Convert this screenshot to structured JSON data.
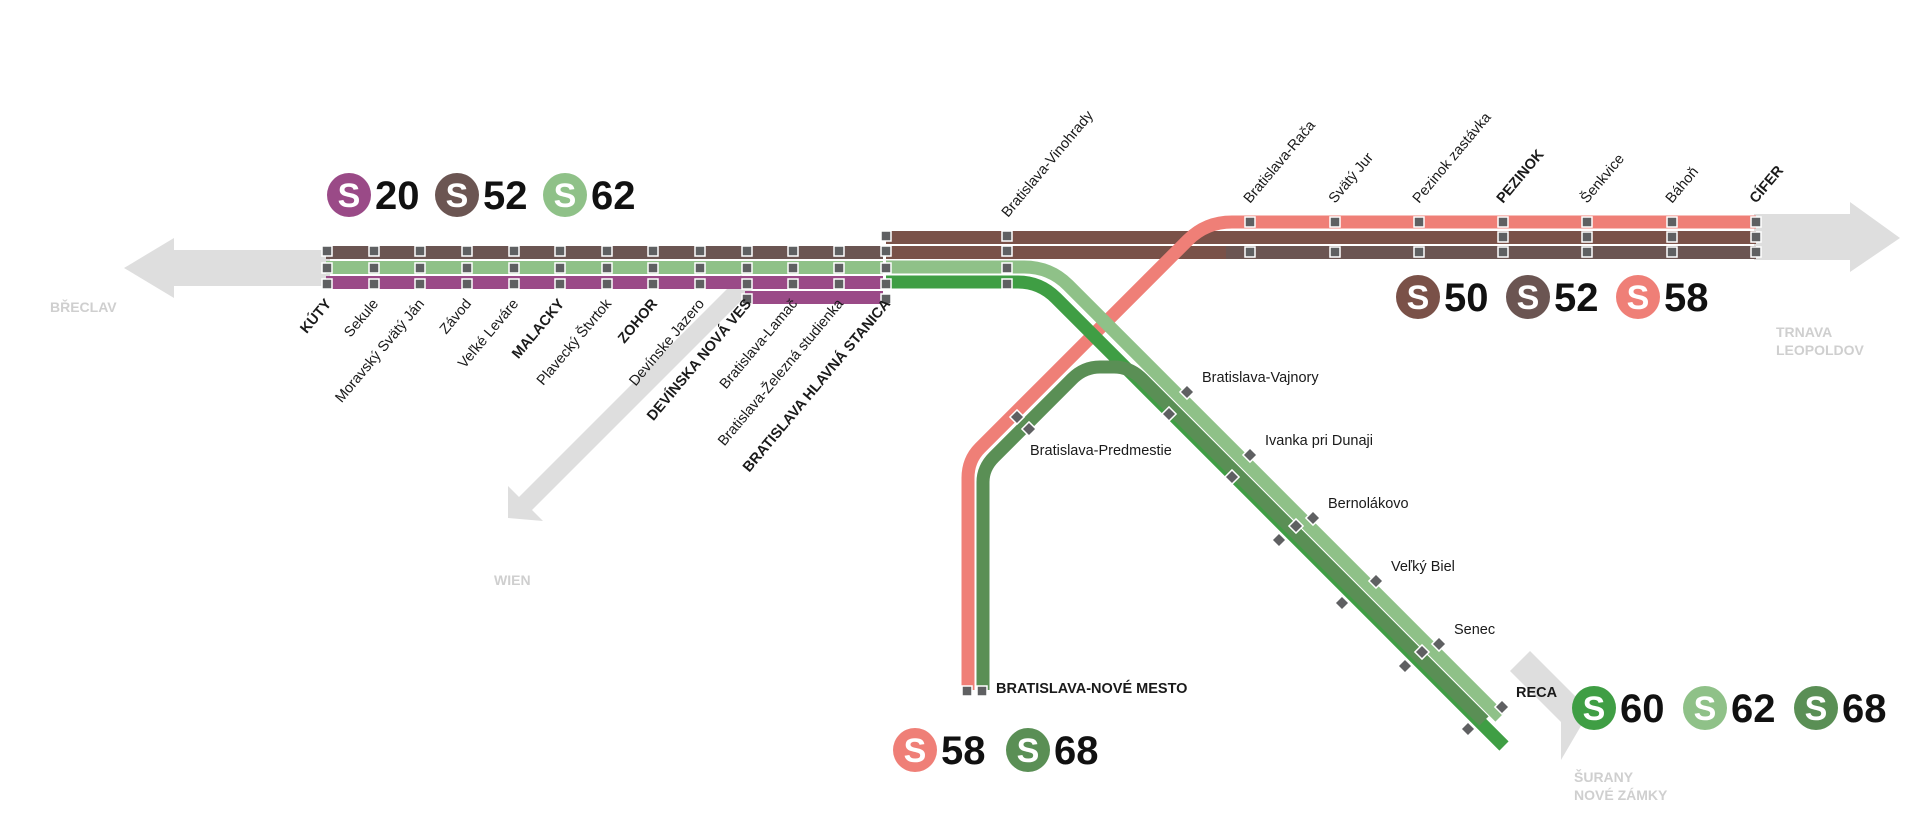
{
  "colors": {
    "S20": "#9a4a87",
    "S50": "#7a5148",
    "S52": "#6b5552",
    "S58": "#ef7f77",
    "S60": "#3f9e44",
    "S62": "#8fc188",
    "S68": "#5a8f55",
    "arrow": "#dedede",
    "stop": "#5f6062"
  },
  "destinations": {
    "breclav": "BŘECLAV",
    "wien": "WIEN",
    "trnava": [
      "TRNAVA",
      "LEOPOLDOV"
    ],
    "surany": [
      "ŠURANY",
      "NOVÉ ZÁMKY"
    ]
  },
  "line_groups": {
    "west": [
      {
        "letter": "S",
        "number": "20",
        "color": "#9a4a87"
      },
      {
        "letter": "S",
        "number": "52",
        "color": "#6b5552"
      },
      {
        "letter": "S",
        "number": "62",
        "color": "#8fc188"
      }
    ],
    "east": [
      {
        "letter": "S",
        "number": "50",
        "color": "#7a5148"
      },
      {
        "letter": "S",
        "number": "52",
        "color": "#6b5552"
      },
      {
        "letter": "S",
        "number": "58",
        "color": "#ef7f77"
      }
    ],
    "southeast": [
      {
        "letter": "S",
        "number": "60",
        "color": "#3f9e44"
      },
      {
        "letter": "S",
        "number": "62",
        "color": "#8fc188"
      },
      {
        "letter": "S",
        "number": "68",
        "color": "#5a8f55"
      }
    ],
    "south": [
      {
        "letter": "S",
        "number": "58",
        "color": "#ef7f77"
      },
      {
        "letter": "S",
        "number": "68",
        "color": "#5a8f55"
      }
    ]
  },
  "stations": {
    "west": [
      {
        "name": "KÚTY",
        "major": true
      },
      {
        "name": "Sekule",
        "major": false
      },
      {
        "name": "Moravský Svätý Ján",
        "major": false
      },
      {
        "name": "Závod",
        "major": false
      },
      {
        "name": "Veľké Leváre",
        "major": false
      },
      {
        "name": "MALACKY",
        "major": true
      },
      {
        "name": "Plavecký Štvrtok",
        "major": false
      },
      {
        "name": "ZOHOR",
        "major": true
      },
      {
        "name": "Devínske Jazero",
        "major": false
      },
      {
        "name": "DEVÍNSKA NOVÁ VES",
        "major": true
      },
      {
        "name": "Bratislava-Lamač",
        "major": false
      },
      {
        "name": "Bratislava-Železná studienka",
        "major": false
      },
      {
        "name": "BRATISLAVA HLAVNÁ STANICA",
        "major": true
      }
    ],
    "vinohrady": "Bratislava-Vinohrady",
    "east": [
      {
        "name": "Bratislava-Rača",
        "major": false
      },
      {
        "name": "Svätý Jur",
        "major": false
      },
      {
        "name": "Pezinok zastávka",
        "major": false
      },
      {
        "name": "PEZINOK",
        "major": true
      },
      {
        "name": "Šenkvice",
        "major": false
      },
      {
        "name": "Báhoň",
        "major": false
      },
      {
        "name": "CÍFER",
        "major": true
      }
    ],
    "southeast": [
      {
        "name": "Bratislava-Vajnory",
        "major": false
      },
      {
        "name": "Ivanka pri Dunaji",
        "major": false
      },
      {
        "name": "Bernolákovo",
        "major": false
      },
      {
        "name": "Veľký Biel",
        "major": false
      },
      {
        "name": "Senec",
        "major": false
      },
      {
        "name": "RECA",
        "major": true
      }
    ],
    "predmestie": "Bratislava-Predmestie",
    "nove_mesto": "BRATISLAVA-NOVÉ MESTO"
  }
}
